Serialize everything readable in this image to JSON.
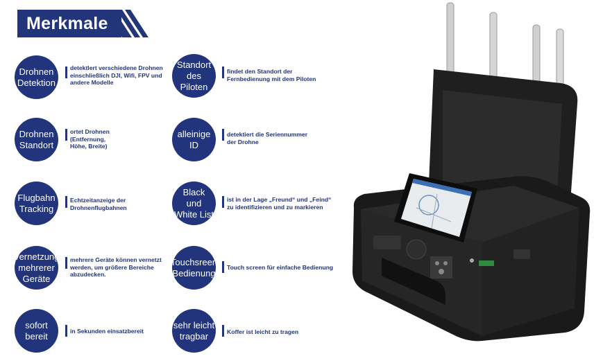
{
  "header": {
    "title": "Merkmale"
  },
  "features": [
    {
      "id": "drohnen-detektion",
      "title": "Drohnen\nDetektion",
      "text": "detektlert verschiedene Drohnen\neinschließlich DJI, Wifi, FPV und\nandere Modelle"
    },
    {
      "id": "standort-des-piloten",
      "title": "Standort\ndes\nPiloten",
      "text": "findet den Standort der\nFernbedienung mit dem Piloten"
    },
    {
      "id": "drohnen-standort",
      "title": "Drohnen\nStandort",
      "text": "ortet Drohnen\n(Entfernung,\nHöhe, Breite)"
    },
    {
      "id": "alleinige-id",
      "title": "alleinige\nID",
      "text": "detektiert die Seriennummer\nder Drohne"
    },
    {
      "id": "flugbahn-tracking",
      "title": "Flugbahn\nTracking",
      "text": "Echtzeitanzeige  der\nDrohnenflugbahnen"
    },
    {
      "id": "black-white-list",
      "title": "Black\nund\nWhite List",
      "text": "ist in der Lage „Freund“ und „Feind“\nzu identifizieren und zu markieren"
    },
    {
      "id": "vernetzung",
      "title": "Vernetzung\nmehrerer\nGeräte",
      "text": "mehrere Geräte können vernetzt\nwerden, um größere Bereiche\nabzudecken."
    },
    {
      "id": "touchscreen",
      "title": "Touchsreen\nBedienung",
      "text": "Touch screen für einfache Bedienung"
    },
    {
      "id": "sofort-bereit",
      "title": "sofort\nbereit",
      "text": "in Sekunden einsatzbereit"
    },
    {
      "id": "sehr-leicht-tragbar",
      "title": "sehr leicht\ntragbar",
      "text": "Koffer ist leicht zu tragen"
    }
  ],
  "colors": {
    "brand_navy": "#22347b",
    "case_black": "#1c1c1c"
  }
}
